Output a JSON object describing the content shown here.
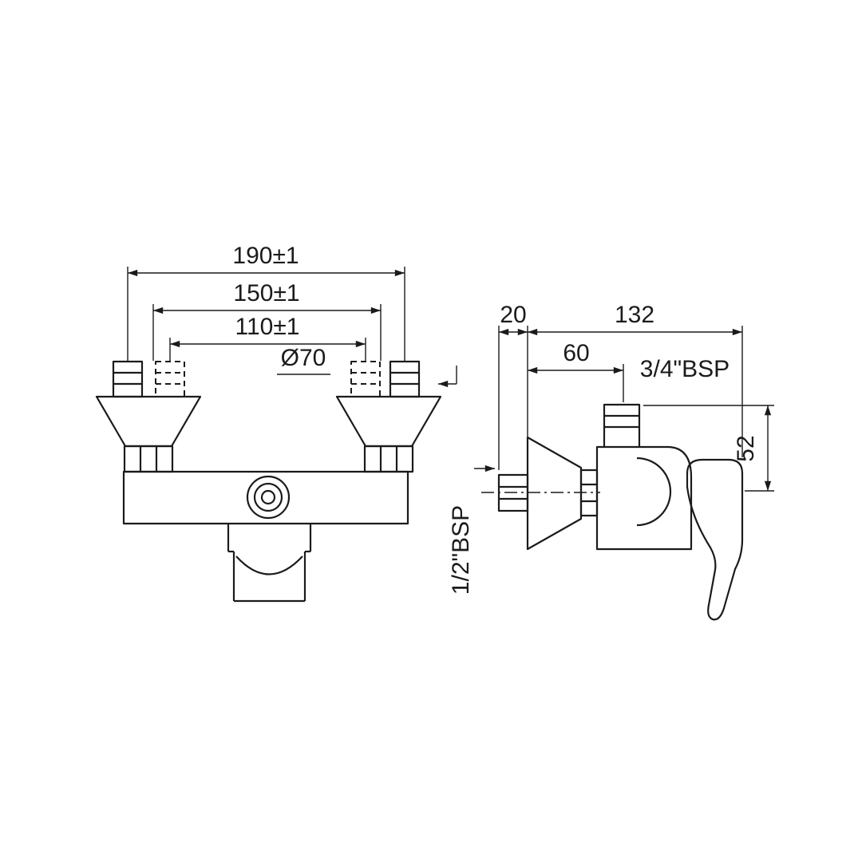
{
  "colors": {
    "background": "#ffffff",
    "line": "#1b1b1b"
  },
  "front_view": {
    "dim_outer_centers": "190±1",
    "dim_middle_centers": "150±1",
    "dim_inner_centers": "110±1",
    "flange_diameter": "Ø70"
  },
  "side_view": {
    "dim_stud_projection": "20",
    "dim_overall_depth": "132",
    "dim_outlet_offset": "60",
    "outlet_thread_label": "3/4\"BSP",
    "dim_outlet_drop": "52",
    "inlet_thread_label": "1/2\"BSP"
  }
}
